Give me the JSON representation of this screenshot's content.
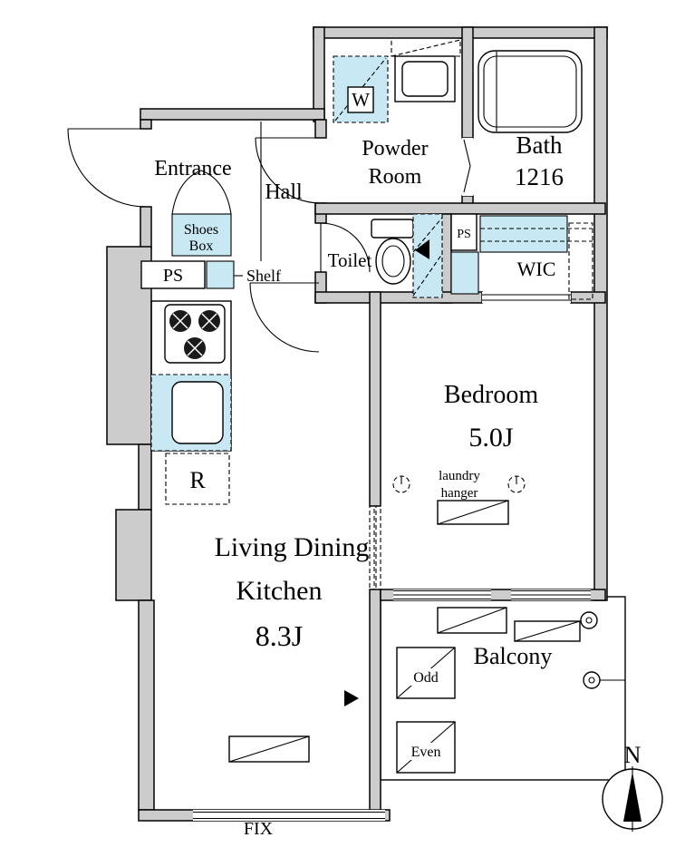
{
  "colors": {
    "wall_fill": "#cccccc",
    "outline": "#000000",
    "water_blue": "#c8e8f4",
    "background": "#ffffff"
  },
  "rooms": {
    "entrance": {
      "label": "Entrance"
    },
    "hall": {
      "label": "Hall"
    },
    "powder_room": {
      "line1": "Powder",
      "line2": "Room"
    },
    "bath": {
      "label": "Bath",
      "size": "1216"
    },
    "toilet": {
      "label": "Toilet"
    },
    "wic": {
      "label": "WIC"
    },
    "bedroom": {
      "label": "Bedroom",
      "area": "5.0J"
    },
    "ldk": {
      "line1": "Living Dining",
      "line2": "Kitchen",
      "area": "8.3J"
    },
    "balcony": {
      "label": "Balcony"
    }
  },
  "fixtures": {
    "washer": {
      "label": "W"
    },
    "shoes_box": {
      "line1": "Shoes",
      "line2": "Box"
    },
    "shelf": {
      "label": "Shelf"
    },
    "ps_entrance": {
      "label": "PS"
    },
    "ps_wet": {
      "label": "PS"
    },
    "fridge": {
      "label": "R"
    },
    "laundry_hanger": {
      "line1": "laundry",
      "line2": "hanger"
    },
    "pole_odd": {
      "label": "Odd"
    },
    "pole_even": {
      "label": "Even"
    },
    "fix_window": {
      "label": "FIX"
    }
  },
  "compass": {
    "north": "N"
  }
}
